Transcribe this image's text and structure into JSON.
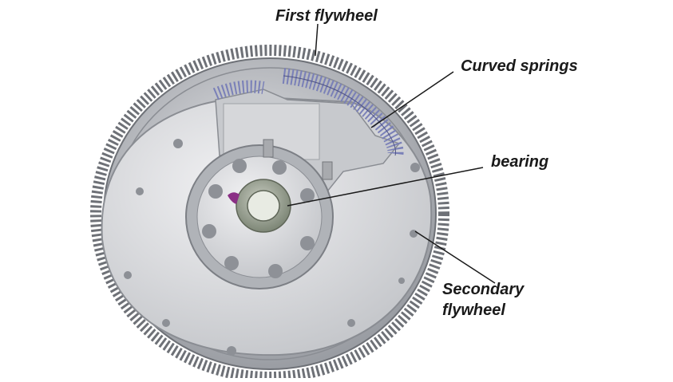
{
  "labels": {
    "first_flywheel": "First flywheel",
    "curved_springs": "Curved springs",
    "bearing": "bearing",
    "secondary_line1": "Secondary",
    "secondary_line2": "flywheel"
  },
  "colors": {
    "background": "#ffffff",
    "steel_light": "#d8d9dc",
    "steel_mid": "#b4b6ba",
    "steel_dark": "#7c7f85",
    "spring": "#7a80b8",
    "hub": "#8f9a84",
    "leader": "#1a1a1a"
  }
}
